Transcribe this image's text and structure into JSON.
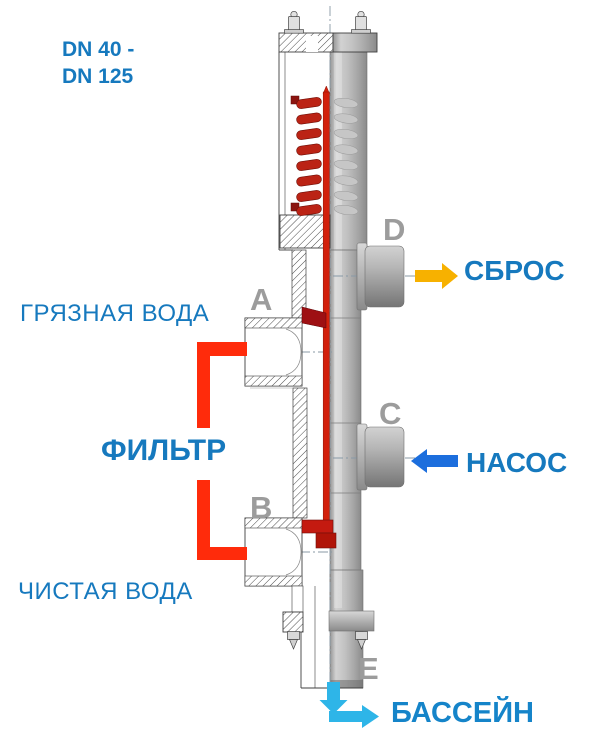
{
  "header": {
    "dn_line1": "DN 40 -",
    "dn_line2": "DN 125"
  },
  "flow_labels": {
    "dirty_water": "ГРЯЗНАЯ ВОДА",
    "clean_water": "ЧИСТАЯ ВОДА",
    "filter": "ФИЛЬТР",
    "discharge": "СБРОС",
    "pump": "НАСОС",
    "pool": "БАССЕЙН"
  },
  "ports": {
    "a": "A",
    "b": "B",
    "c": "C",
    "d": "D",
    "e": "E"
  },
  "colors": {
    "label_blue": "#1679BE",
    "pool_label_blue": "#1584C9",
    "port_letter_gray": "#9C9C9C",
    "bracket_red": "#FF2B0B",
    "arrow_yellow": "#F7B100",
    "arrow_blue": "#1C6EDD",
    "arrow_cyan": "#2EB5E8",
    "spring_red": "#BB2315",
    "rod_red": "#D2200C"
  }
}
